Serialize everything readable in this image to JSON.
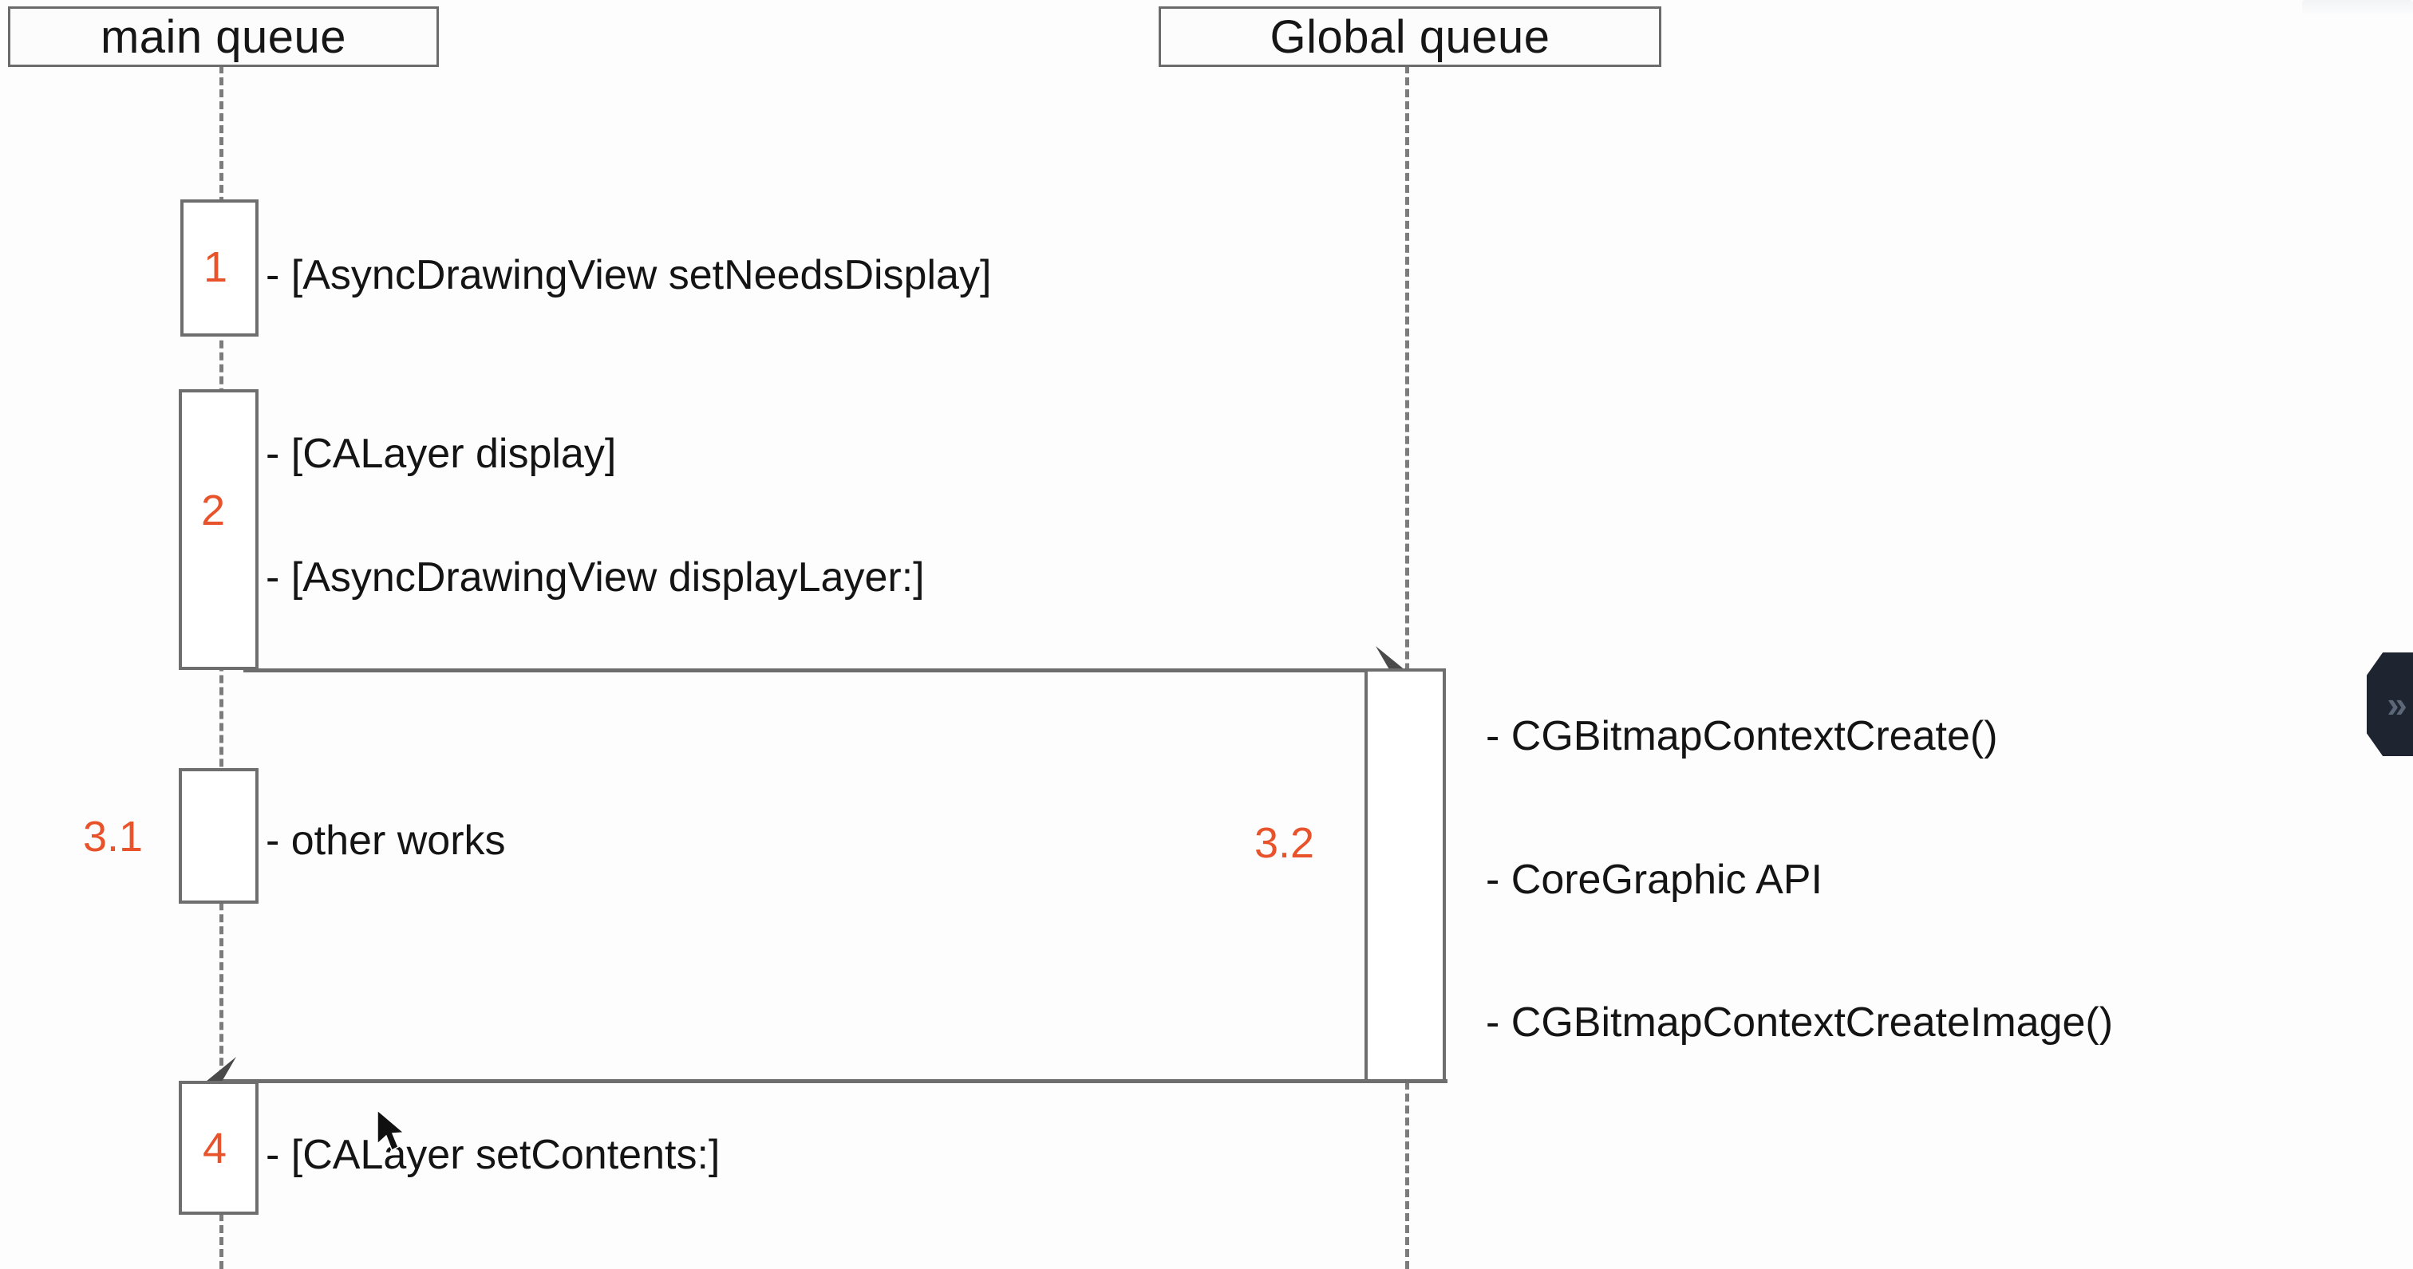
{
  "diagram": {
    "type": "uml-sequence-diagram",
    "title_visible": false,
    "colors": {
      "background": "#fdfdfd",
      "stroke": "#6e6e6e",
      "text": "#141414",
      "step_number": "#e8532b",
      "panel_tab": "#1e2430",
      "panel_tab_icon": "#5c6777"
    },
    "lifelines": [
      {
        "id": "main-queue",
        "label": "main queue"
      },
      {
        "id": "global-queue",
        "label": "Global queue"
      }
    ],
    "steps": [
      {
        "number": "1",
        "lifeline": "main-queue",
        "messages": [
          "- [AsyncDrawingView setNeedsDisplay]"
        ]
      },
      {
        "number": "2",
        "lifeline": "main-queue",
        "messages": [
          "- [CALayer display]",
          "- [AsyncDrawingView displayLayer:]"
        ]
      },
      {
        "number": "3.1",
        "lifeline": "main-queue",
        "messages": [
          "- other works"
        ]
      },
      {
        "number": "3.2",
        "lifeline": "global-queue",
        "messages": [
          "- CGBitmapContextCreate()",
          "- CoreGraphic API",
          "- CGBitmapContextCreateImage()"
        ]
      },
      {
        "number": "4",
        "lifeline": "main-queue",
        "messages": [
          "- [CALayer setContents:]"
        ]
      }
    ],
    "arrows": [
      {
        "id": "dispatch-async",
        "from": "main-queue",
        "to": "global-queue",
        "direction": "right"
      },
      {
        "id": "dispatch-back-to-main",
        "from": "global-queue",
        "to": "main-queue",
        "direction": "left"
      }
    ]
  },
  "overlay": {
    "side_panel_toggle": {
      "icon": "chevron-double-right-icon",
      "glyph": "»"
    }
  }
}
